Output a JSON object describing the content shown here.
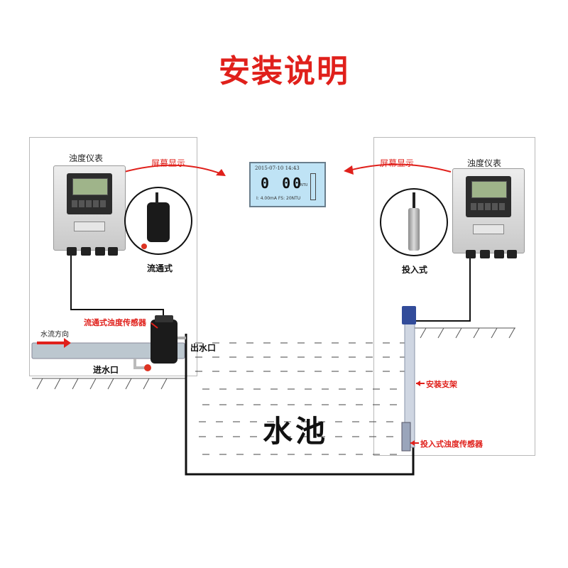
{
  "title": "安装说明",
  "left_panel": {
    "meter_label": "浊度仪表",
    "screen_label": "屏幕显示",
    "mode_label": "流通式",
    "sensor_label": "流通式浊度传感器",
    "flow_direction_label": "水流方向",
    "inlet_label": "进水口",
    "outlet_label": "出水口"
  },
  "right_panel": {
    "meter_label": "浊度仪表",
    "screen_label": "屏幕显示",
    "mode_label": "投入式",
    "bracket_label": "安装支架",
    "sensor_label": "投入式浊度传感器"
  },
  "display": {
    "datetime": "2015-07-10  14:43",
    "reading": "0 00",
    "unit": "NTU",
    "footer": "I:  4.00mA  FS:   20NTU"
  },
  "pool_label": "水池",
  "colors": {
    "accent_red": "#e0201b",
    "screen_bg": "#bfe3f5",
    "line": "#111111"
  }
}
